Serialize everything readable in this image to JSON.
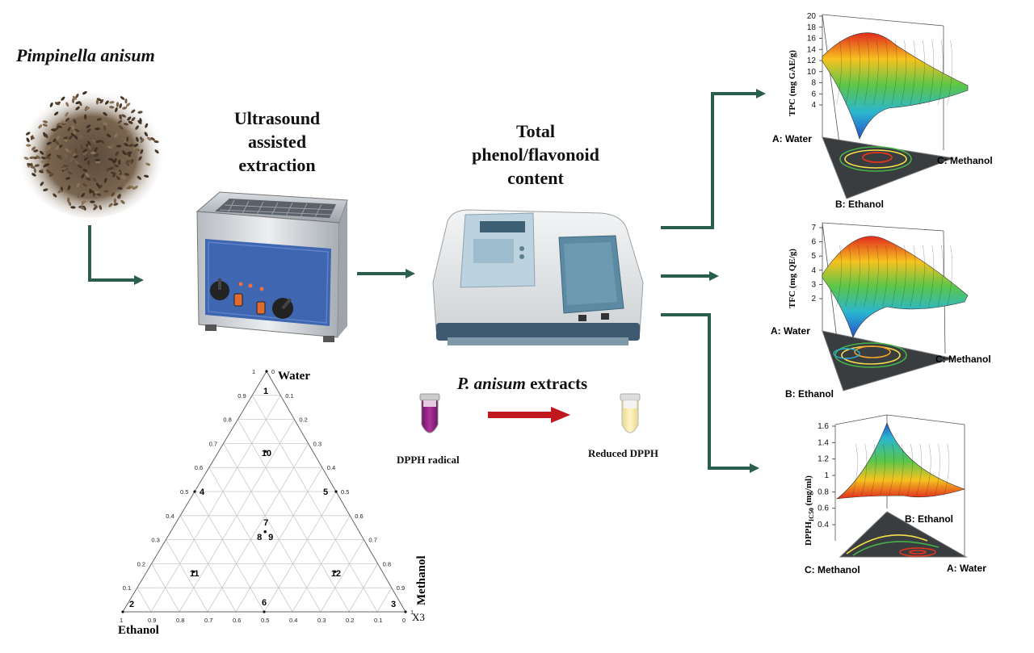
{
  "plant": {
    "name": "Pimpinella  anisum"
  },
  "steps": {
    "extraction": [
      "Ultrasound",
      "assisted",
      "extraction"
    ],
    "content": [
      "Total",
      "phenol/flavonoid",
      "content"
    ]
  },
  "extracts": {
    "italic": "P. anisum",
    "rest": " extracts"
  },
  "dpph": {
    "radical": "DPPH radical",
    "reduced": "Reduced DPPH"
  },
  "ternary": {
    "vertices": {
      "top": "Water",
      "left": "Ethanol",
      "right": "Methanol",
      "x3": "X3"
    },
    "ticks": [
      "0",
      "0.1",
      "0.2",
      "0.3",
      "0.4",
      "0.5",
      "0.6",
      "0.7",
      "0.8",
      "0.9",
      "1"
    ],
    "points": [
      {
        "id": "1",
        "a": 1.0,
        "b": 0.0
      },
      {
        "id": "2",
        "a": 0.0,
        "b": 1.0
      },
      {
        "id": "3",
        "a": 0.0,
        "b": 0.0
      },
      {
        "id": "4",
        "a": 0.5,
        "b": 0.5
      },
      {
        "id": "5",
        "a": 0.5,
        "b": 0.0
      },
      {
        "id": "6",
        "a": 0.0,
        "b": 0.5
      },
      {
        "id": "7",
        "a": 0.333,
        "b": 0.333
      },
      {
        "id": "8",
        "a": 0.333,
        "b": 0.333
      },
      {
        "id": "9",
        "a": 0.333,
        "b": 0.333
      },
      {
        "id": "10",
        "a": 0.667,
        "b": 0.167
      },
      {
        "id": "11",
        "a": 0.167,
        "b": 0.667
      },
      {
        "id": "12",
        "a": 0.167,
        "b": 0.167
      }
    ]
  },
  "plots": {
    "tpc": {
      "ylabel": "TPC (mg GAE/g)",
      "ticks": [
        "4",
        "6",
        "8",
        "10",
        "12",
        "14",
        "16",
        "18",
        "20"
      ],
      "a": "A: Water",
      "b": "B: Ethanol",
      "c": "C: Methanol"
    },
    "tfc": {
      "ylabel": "TFC (mg QE/g)",
      "ticks": [
        "2",
        "3",
        "4",
        "5",
        "6",
        "7"
      ],
      "a": "A: Water",
      "b": "B: Ethanol",
      "c": "C: Methanol"
    },
    "dpph": {
      "ylabel_main": "DPPH",
      "ylabel_sub": "IC50",
      "ylabel_unit": " (mg/ml)",
      "ticks": [
        "0.4",
        "0.6",
        "0.8",
        "1",
        "1.2",
        "1.4",
        "1.6"
      ],
      "a": "A: Water",
      "b": "B: Ethanol",
      "c": "C: Methanol"
    }
  },
  "colors": {
    "arrow": "#2a5e4e",
    "redArrow": "#c0181e",
    "bathBlue": "#3f66b0"
  }
}
